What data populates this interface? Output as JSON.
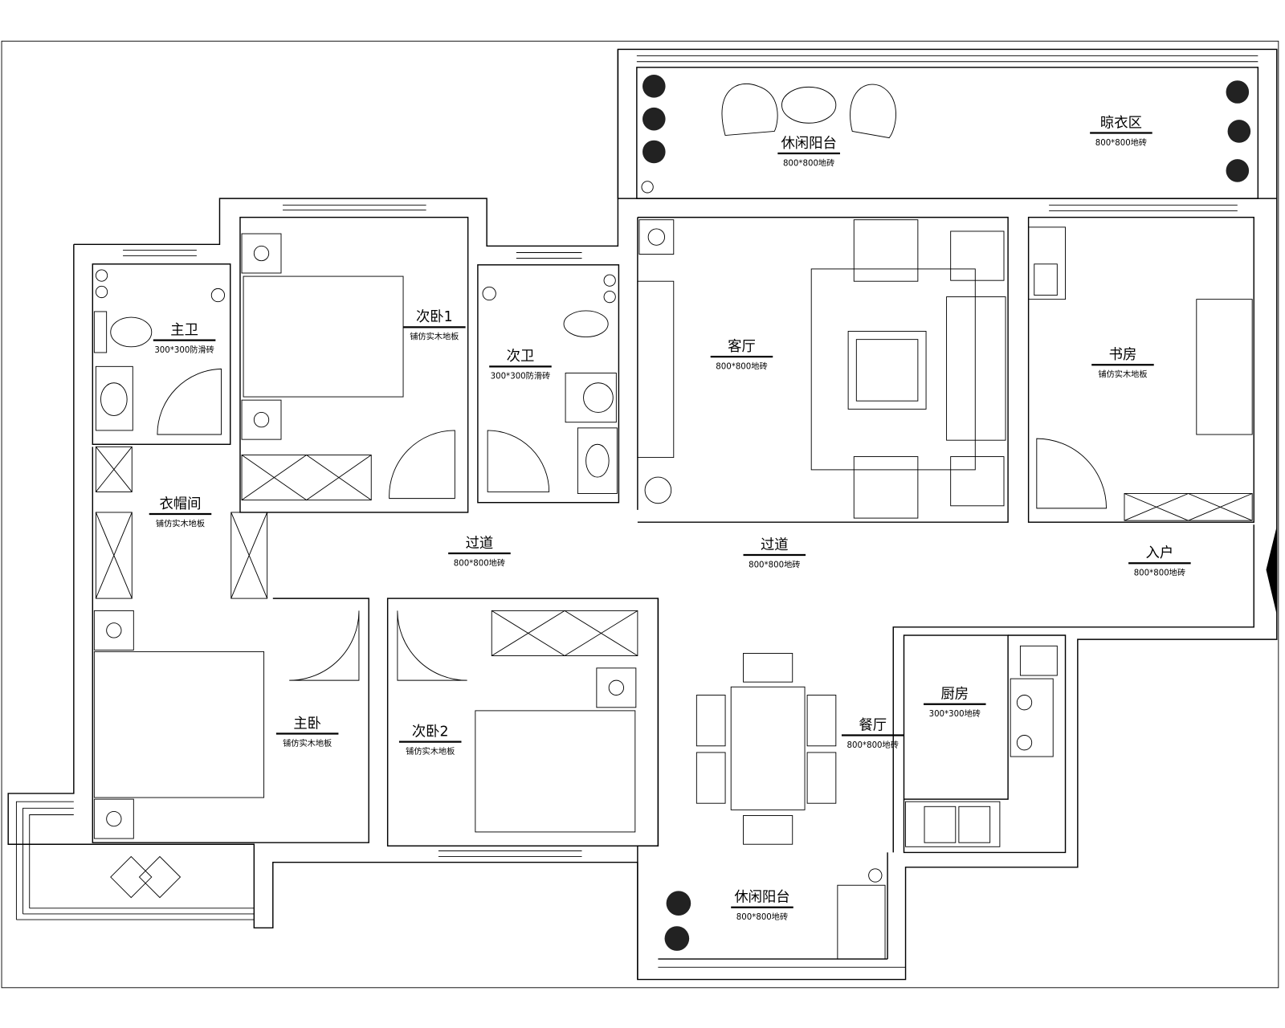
{
  "plan": {
    "rooms": [
      {
        "id": "leisure-balcony-top",
        "label": "休闲阳台",
        "floor": "800*800地砖"
      },
      {
        "id": "drying-area",
        "label": "晾衣区",
        "floor": "800*800地砖"
      },
      {
        "id": "master-bath",
        "label": "主卫",
        "floor": "300*300防滑砖"
      },
      {
        "id": "second-bedroom-1",
        "label": "次卧1",
        "floor": "铺仿实木地板"
      },
      {
        "id": "second-bath",
        "label": "次卫",
        "floor": "300*300防滑砖"
      },
      {
        "id": "living-room",
        "label": "客厅",
        "floor": "800*800地砖"
      },
      {
        "id": "study",
        "label": "书房",
        "floor": "铺仿实木地板"
      },
      {
        "id": "cloakroom",
        "label": "衣帽间",
        "floor": "铺仿实木地板"
      },
      {
        "id": "corridor-west",
        "label": "过道",
        "floor": "800*800地砖"
      },
      {
        "id": "corridor-east",
        "label": "过道",
        "floor": "800*800地砖"
      },
      {
        "id": "entrance",
        "label": "入户",
        "floor": "800*800地砖"
      },
      {
        "id": "master-bedroom",
        "label": "主卧",
        "floor": "铺仿实木地板"
      },
      {
        "id": "second-bedroom-2",
        "label": "次卧2",
        "floor": "铺仿实木地板"
      },
      {
        "id": "dining-room",
        "label": "餐厅",
        "floor": "800*800地砖"
      },
      {
        "id": "kitchen",
        "label": "厨房",
        "floor": "300*300地砖"
      },
      {
        "id": "leisure-balcony-bottom",
        "label": "休闲阳台",
        "floor": "800*800地砖"
      }
    ]
  }
}
